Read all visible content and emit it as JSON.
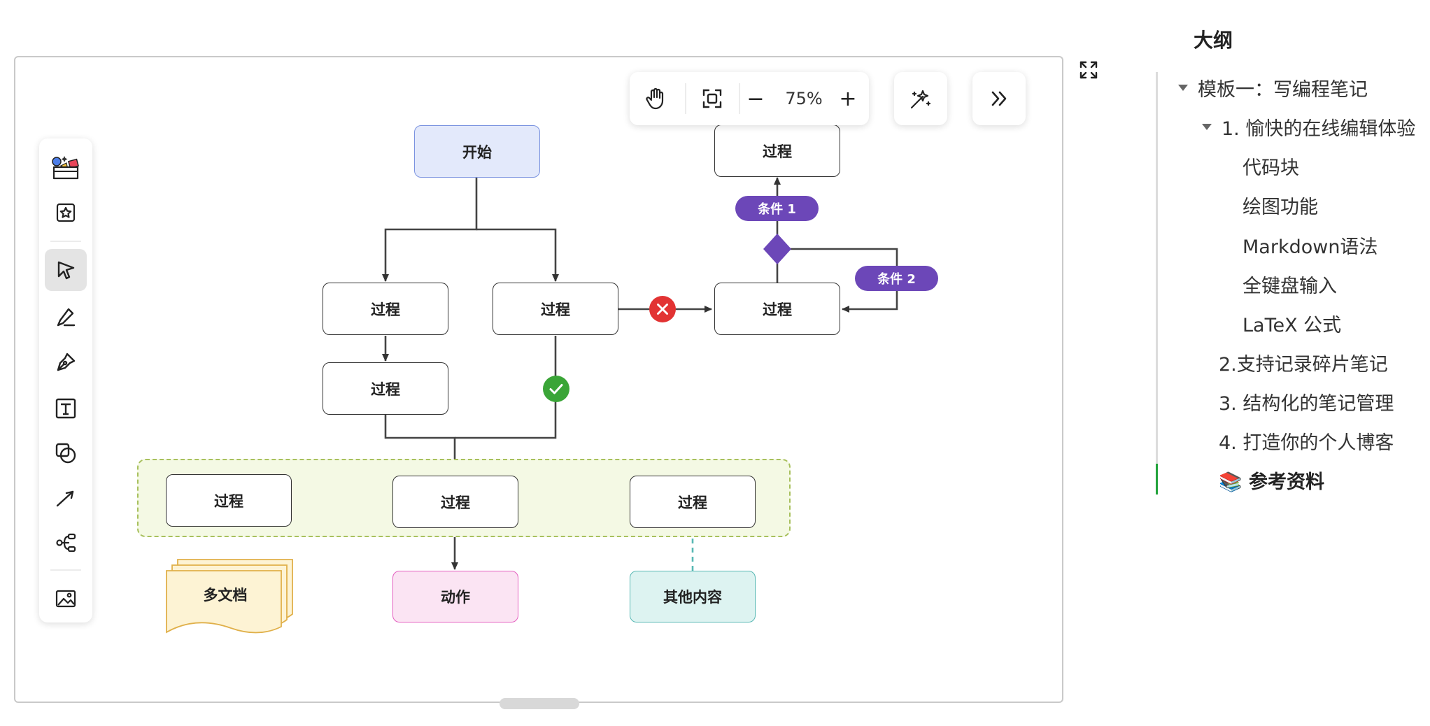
{
  "toolbar_top": {
    "zoom_out": "−",
    "zoom_level": "75%",
    "zoom_in": "+"
  },
  "diagram": {
    "start": "开始",
    "process_label": "过程",
    "condition_1": "条件 1",
    "condition_2": "条件 2",
    "multi_doc": "多文档",
    "action": "动作",
    "other_content": "其他内容"
  },
  "outline": {
    "title": "大纲",
    "items": [
      {
        "label": "模板一：写编程笔记",
        "level": 0,
        "caret": true
      },
      {
        "label": "1. 愉快的在线编辑体验",
        "level": 1,
        "caret": true
      },
      {
        "label": "代码块",
        "level": 2
      },
      {
        "label": "绘图功能",
        "level": 2
      },
      {
        "label": "Markdown语法",
        "level": 2
      },
      {
        "label": "全键盘输入",
        "level": 2
      },
      {
        "label": "LaTeX 公式",
        "level": 2
      },
      {
        "label": "2.支持记录碎片笔记",
        "level": 1
      },
      {
        "label": "3. 结构化的笔记管理",
        "level": 1
      },
      {
        "label": "4. 打造你的个人博客",
        "level": 1
      },
      {
        "label": "📚 参考资料",
        "level": 1,
        "active": true
      }
    ]
  },
  "colors": {
    "accent_purple": "#6c47b8",
    "success_green": "#3aa537",
    "error_red": "#e23333",
    "active_outline": "#22a33b"
  }
}
